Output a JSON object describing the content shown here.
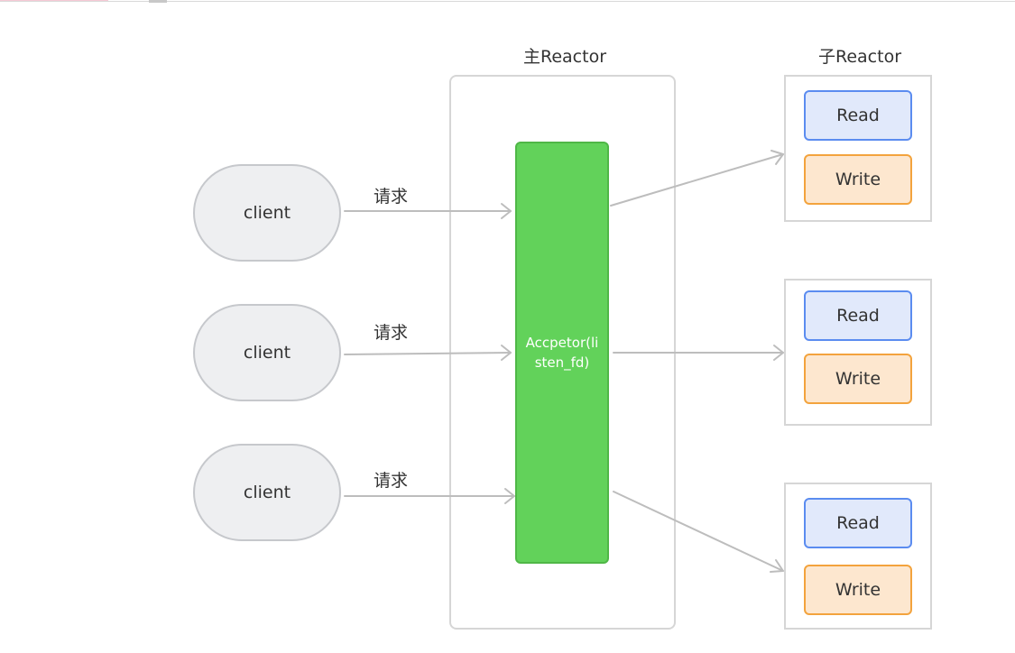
{
  "main_reactor": {
    "title": "主Reactor",
    "acceptor_label": "Accpetor(listen_fd)"
  },
  "sub_reactor": {
    "title": "子Reactor"
  },
  "clients": [
    {
      "label": "client",
      "request_label": "请求"
    },
    {
      "label": "client",
      "request_label": "请求"
    },
    {
      "label": "client",
      "request_label": "请求"
    }
  ],
  "sub_reactors": [
    {
      "read_label": "Read",
      "write_label": "Write"
    },
    {
      "read_label": "Read",
      "write_label": "Write"
    },
    {
      "read_label": "Read",
      "write_label": "Write"
    }
  ],
  "colors": {
    "acceptor": "#62d25a",
    "read_fill": "#e1e9fb",
    "read_border": "#5b8cf0",
    "write_fill": "#fde7cf",
    "write_border": "#f3a33d",
    "client_fill": "#eeeff1",
    "arrow": "#bdbdbd"
  }
}
